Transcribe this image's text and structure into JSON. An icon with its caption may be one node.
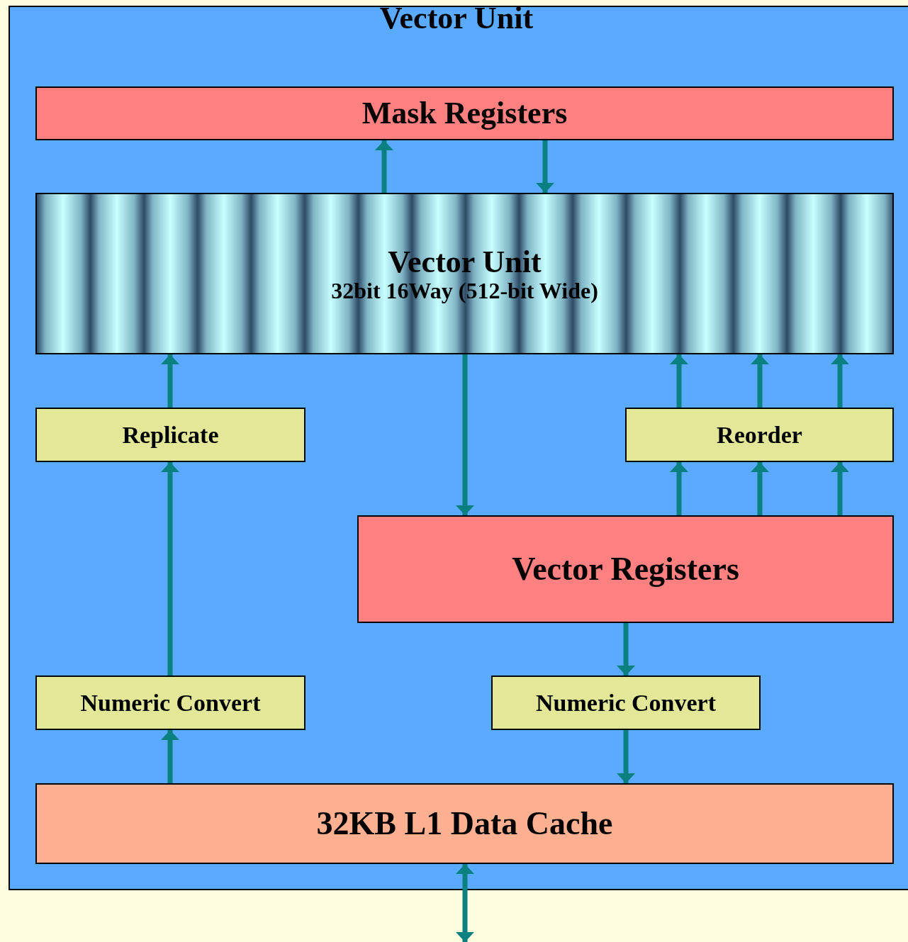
{
  "diagram": {
    "nodes": [
      {
        "text": [
          "Vector Unit"
        ]
      },
      {
        "text": [
          "Mask Registers"
        ],
        "in": 0
      },
      {
        "text": [
          "Vector Unit",
          "32bit 16Way (512-bit Wide)"
        ],
        "in": 0
      },
      {
        "text": [
          "Replicate"
        ],
        "in": 0
      },
      {
        "text": [
          "Reorder"
        ],
        "in": 0
      },
      {
        "text": [
          "Vector Registers"
        ],
        "in": 0
      },
      {
        "text": [
          "Numeric Convert"
        ],
        "in": 0
      },
      {
        "text": [
          "Numeric Convert"
        ],
        "in": 0
      },
      {
        "text": [
          "32KB L1 Data Cache"
        ],
        "in": 0
      }
    ],
    "edges": [
      {
        "from": 2,
        "to": 1,
        "arrow": "to"
      },
      {
        "from": 1,
        "to": 2,
        "arrow": "to"
      },
      {
        "from": 3,
        "to": 2,
        "arrow": "to"
      },
      {
        "from": 4,
        "to": 2,
        "arrow": "to"
      },
      {
        "from": 4,
        "to": 2,
        "arrow": "to"
      },
      {
        "from": 4,
        "to": 2,
        "arrow": "to"
      },
      {
        "from": 2,
        "to": 5,
        "arrow": "to"
      },
      {
        "from": 5,
        "to": 4,
        "arrow": "to"
      },
      {
        "from": 5,
        "to": 4,
        "arrow": "to"
      },
      {
        "from": 5,
        "to": 4,
        "arrow": "to"
      },
      {
        "from": 6,
        "to": 3,
        "arrow": "to"
      },
      {
        "from": 5,
        "to": 7,
        "arrow": "to"
      },
      {
        "from": 7,
        "to": 8,
        "arrow": "to"
      },
      {
        "from": 8,
        "to": 6,
        "arrow": "to"
      },
      {
        "from": 8,
        "to": null,
        "arrow": "both"
      }
    ]
  }
}
